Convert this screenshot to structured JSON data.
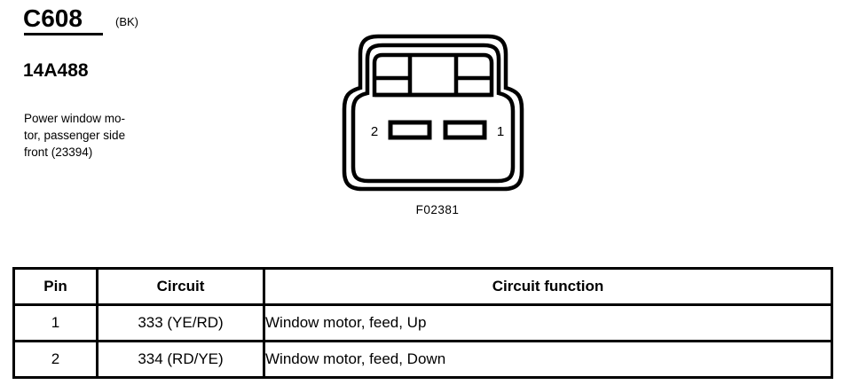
{
  "connector": {
    "id": "C608",
    "color_code": "(BK)",
    "part_number": "14A488",
    "description_lines": [
      "Power window mo-",
      "tor, passenger side",
      "front (23394)"
    ],
    "figure_label": "F02381",
    "pin_markers": {
      "left": "2",
      "right": "1"
    }
  },
  "table": {
    "headers": [
      "Pin",
      "Circuit",
      "Circuit function"
    ],
    "rows": [
      {
        "pin": "1",
        "circuit": "333 (YE/RD)",
        "function": "Window motor, feed, Up"
      },
      {
        "pin": "2",
        "circuit": "334 (RD/YE)",
        "function": "Window motor, feed, Down"
      }
    ]
  },
  "colors": {
    "ink": "#000000",
    "paper": "#ffffff"
  }
}
